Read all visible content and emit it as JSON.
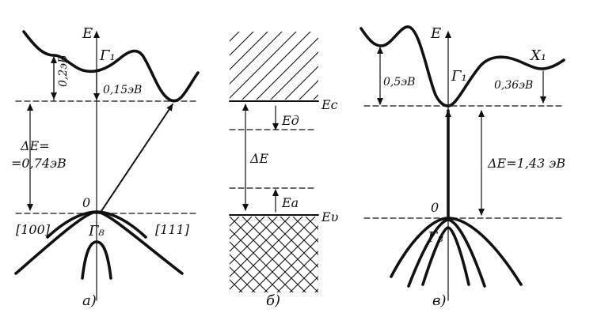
{
  "panel_a": {
    "axis_label": "E",
    "gamma1": "Γ₁",
    "gap_top_label": "0,2эВ",
    "gap_side_label": "0,15эВ",
    "delta_e_line1": "ΔE=",
    "delta_e_line2": "=0,74эВ",
    "origin": "0",
    "dir_left": "[100]",
    "dir_right": "[111]",
    "gamma8": "Γ₈",
    "caption": "а)"
  },
  "panel_b": {
    "ec": "Eс",
    "ed": "Eд",
    "delta_e": "ΔE",
    "ea": "Eа",
    "ev": "Eυ",
    "caption": "б)"
  },
  "panel_c": {
    "axis_label": "E",
    "gap_label": "0,5эВ",
    "gamma1": "Γ₁",
    "x1": "X₁",
    "x1_gap": "0,36эВ",
    "delta_e": "ΔE=1,43 эВ",
    "origin": "0",
    "gamma8": "Γ₈",
    "caption": "в)"
  },
  "colors": {
    "ink": "#111111",
    "paper": "#ffffff"
  }
}
